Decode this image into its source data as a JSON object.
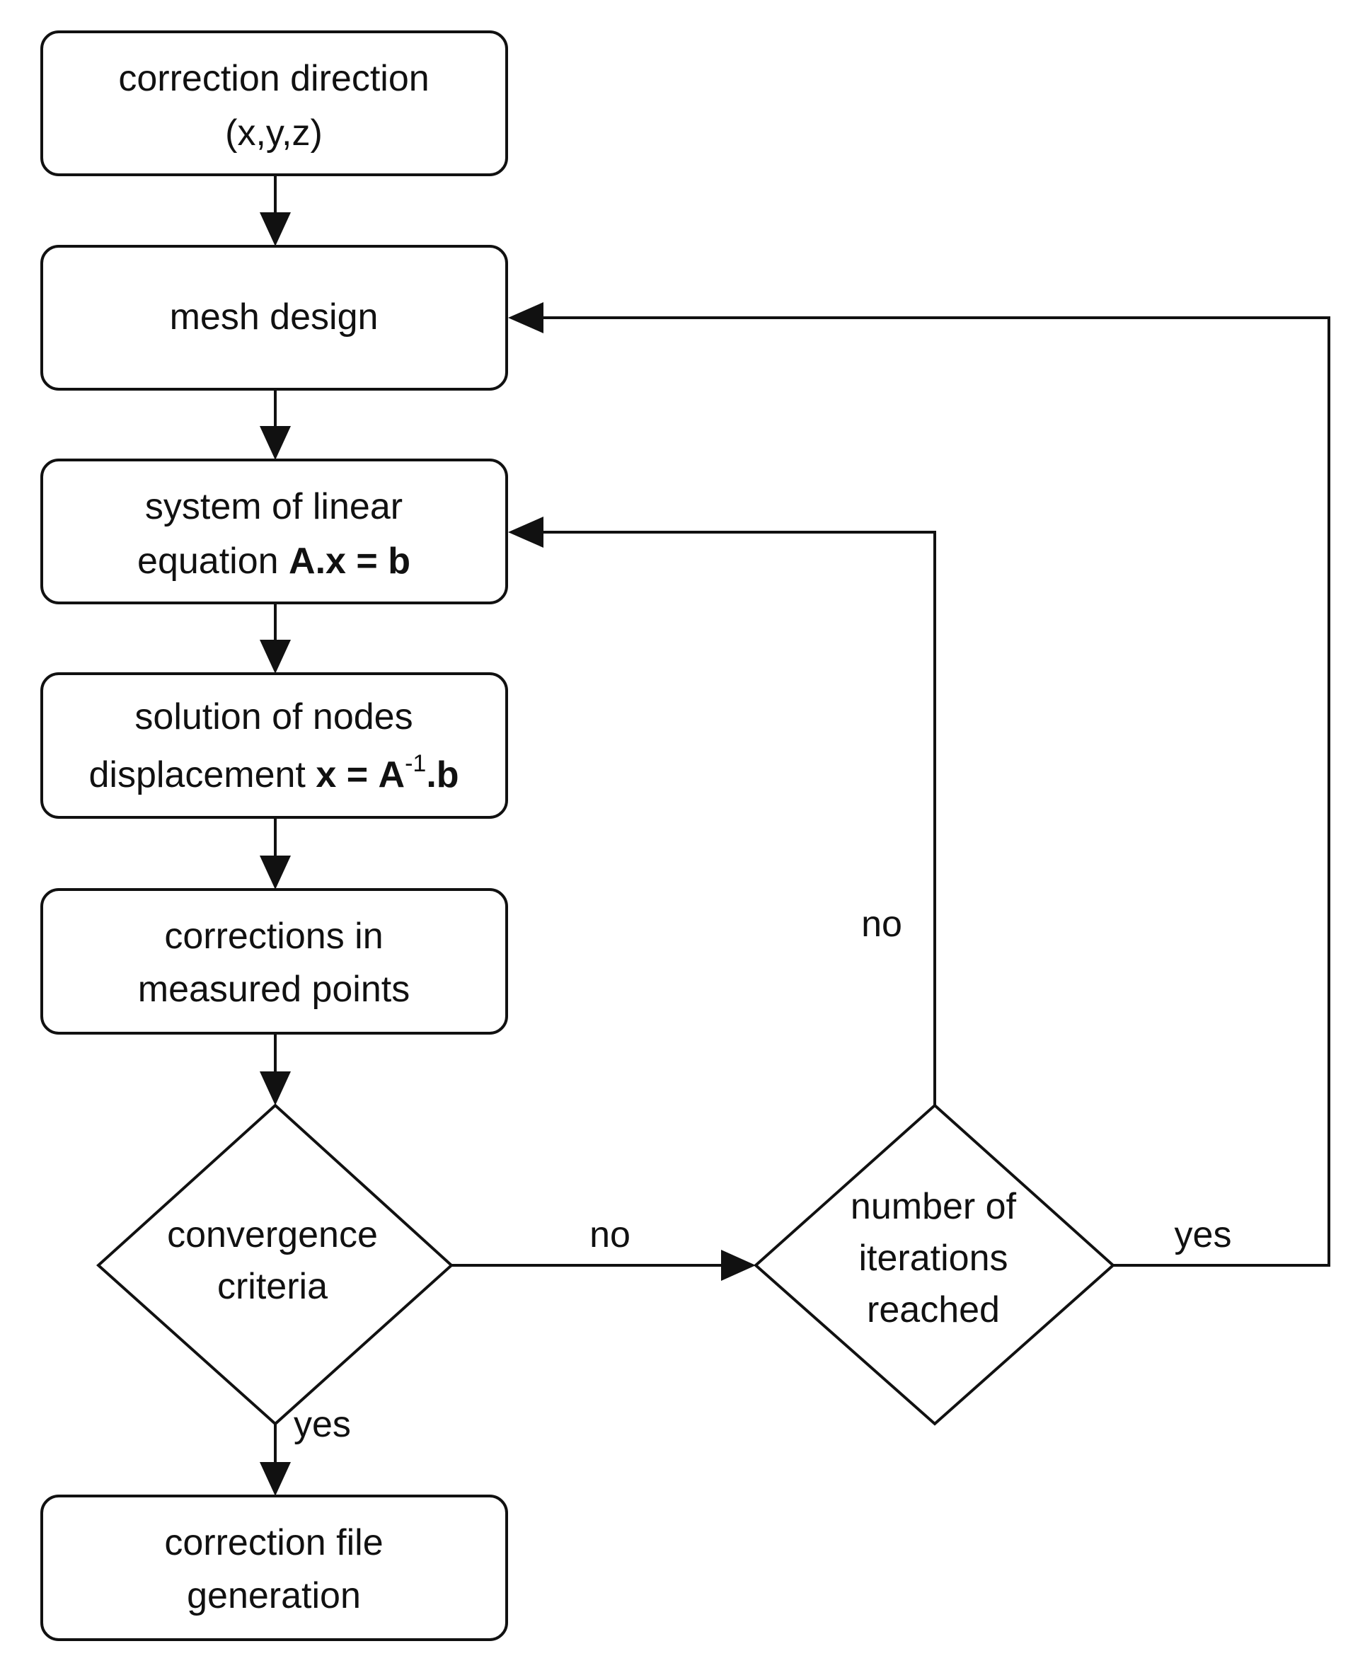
{
  "diagram": {
    "nodes": [
      {
        "id": "direction",
        "shape": "rounded-rect",
        "lines": [
          "correction direction",
          "(x,y,z)"
        ]
      },
      {
        "id": "mesh",
        "shape": "rounded-rect",
        "lines": [
          "mesh design"
        ]
      },
      {
        "id": "linear",
        "shape": "rounded-rect",
        "lines": [
          "system of linear",
          "equation"
        ],
        "formula": "A.x = b"
      },
      {
        "id": "solution",
        "shape": "rounded-rect",
        "lines": [
          "solution of nodes",
          "displacement"
        ],
        "formula": {
          "lhs": "x",
          "eq": "=",
          "base": "A",
          "exponent": "-1",
          "tail": ".b"
        }
      },
      {
        "id": "corrections",
        "shape": "rounded-rect",
        "lines": [
          "corrections in",
          "measured points"
        ]
      },
      {
        "id": "convergence",
        "shape": "diamond",
        "lines": [
          "convergence",
          "criteria"
        ]
      },
      {
        "id": "iterations",
        "shape": "diamond",
        "lines": [
          "number of",
          "iterations",
          "reached"
        ]
      },
      {
        "id": "file",
        "shape": "rounded-rect",
        "lines": [
          "correction file",
          "generation"
        ]
      }
    ],
    "edges": [
      {
        "from": "direction",
        "to": "mesh",
        "label": ""
      },
      {
        "from": "mesh",
        "to": "linear",
        "label": ""
      },
      {
        "from": "linear",
        "to": "solution",
        "label": ""
      },
      {
        "from": "solution",
        "to": "corrections",
        "label": ""
      },
      {
        "from": "corrections",
        "to": "convergence",
        "label": ""
      },
      {
        "from": "convergence",
        "to": "file",
        "label": "yes"
      },
      {
        "from": "convergence",
        "to": "iterations",
        "label": "no"
      },
      {
        "from": "iterations",
        "to": "linear",
        "label": "no"
      },
      {
        "from": "iterations",
        "to": "mesh",
        "label": "yes"
      }
    ]
  }
}
